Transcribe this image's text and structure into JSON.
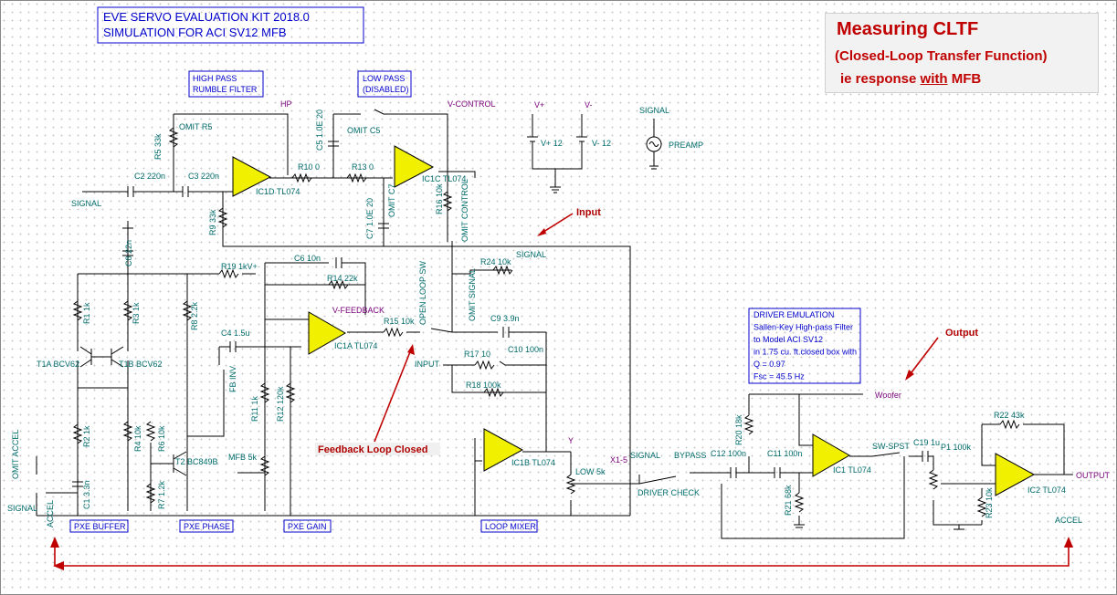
{
  "header": {
    "line1": "EVE SERVO EVALUATION KIT 2018.0",
    "line2": "SIMULATION FOR ACI SV12 MFB"
  },
  "cltf": {
    "title": "Measuring CLTF",
    "subtitle": "(Closed-Loop  Transfer  Function)",
    "ie_prefix": "ie response  ",
    "ie_with": "with",
    "ie_suffix": " MFB"
  },
  "annotations": {
    "input": "Input",
    "output": "Output",
    "feedback": "Feedback  Loop  Closed"
  },
  "blocks": {
    "hp_line1": "HIGH PASS",
    "hp_line2": "RUMBLE FILTER",
    "lp_line1": "LOW PASS",
    "lp_line2": "(DISABLED)",
    "pxe_buffer": "PXE BUFFER",
    "pxe_phase": "PXE PHASE",
    "pxe_gain": "PXE GAIN",
    "loop_mixer": "LOOP MIXER",
    "driver_lines": [
      "DRIVER EMULATION",
      "Sallen-Key High-pass Filter",
      "to Model ACI SV12",
      "in 1.75 cu. ft.closed box with",
      "Q = 0.97",
      "Fsc = 45.5 Hz"
    ]
  },
  "labels": {
    "omit_r5": "OMIT R5",
    "r5": "R5 33k",
    "c2": "C2 220n",
    "c3": "C3 220n",
    "signal1": "SIGNAL",
    "r9": "R9 33k",
    "hp": "HP",
    "ic1d": "IC1D TL074",
    "r10": "R10 0",
    "c5": "C5 1.0E 20",
    "omit_c5": "OMIT C5",
    "r13": "R13 0",
    "ic1c": "IC1C TL074",
    "vcontrol": "V-CONTROL",
    "c7": "C7 1.0E 20",
    "omit_c7": "OMIT C7",
    "r16": "R16 10k",
    "omit_control": "OMIT CONTROL",
    "vplus": "V+",
    "vminus": "V-",
    "vplus12": "V+ 12",
    "vminus12": "V- 12",
    "signal_src": "SIGNAL",
    "preamp": "PREAMP",
    "c8": "C8 22n",
    "r19": "R19 1kV+",
    "c6": "C6 10n",
    "r14": "R14 22k",
    "vfeedback": "V-FEEDBACK",
    "r1": "R1 1k",
    "r3": "R3 1k",
    "r8": "R8 2.2k",
    "c4": "C4 1.5u",
    "t1a": "T1A BCV62",
    "t1b": "T1B BCV62",
    "fb_inv": "FB INV",
    "ic1a": "IC1A TL074",
    "r15": "R15 10k",
    "open_loop": "OPEN LOOP SW",
    "r24": "R24 10k",
    "signal2": "SIGNAL",
    "omit_signal": "OMIT SIGNAL",
    "c9": "C9 3.9n",
    "input": "INPUT",
    "r17": "R17 10",
    "c10": "C10 100n",
    "r18": "R18 100k",
    "r2": "R2 1k",
    "r4": "R4 10k",
    "r6": "R6 10k",
    "r11": "R11 1k",
    "r12": "R12 120k",
    "t2": "T2 BC849B",
    "mfb": "MFB 5k",
    "c1": "C1 3.3n",
    "r7": "R7 1.2k",
    "omit_accel": "OMIT ACCEL",
    "signal3": "SIGNAL",
    "accel1": "ACCEL",
    "ic1b": "IC1B TL074",
    "y": "Y",
    "low": "LOW 5k",
    "x1": "X1-5",
    "signal4": "SIGNAL",
    "bypass": "BYPASS",
    "driver_check": "DRIVER CHECK",
    "c12": "C12 100n",
    "c11": "C11 100n",
    "r20": "R20 18k",
    "r21": "R21 68k",
    "ic1": "IC1 TL074",
    "woofer": "Woofer",
    "sw": "SW-SPST",
    "c19": "C19 1u",
    "p1": "P1 100k",
    "r22": "R22 43k",
    "ic2": "IC2 TL074",
    "output": "OUTPUT",
    "r23": "R23 10k",
    "accel2": "ACCEL"
  },
  "colors": {
    "accent_red": "#c00000",
    "opamp_fill": "#f0f000",
    "label_teal": "#006b6b",
    "block_blue": "#0000cc"
  }
}
